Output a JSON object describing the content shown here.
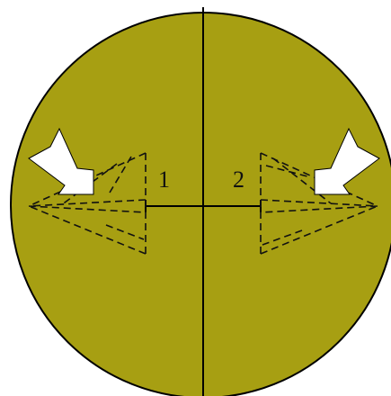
{
  "diagram": {
    "disc_color": "#a79f12",
    "line_color": "#000000",
    "arrow_fill_color": "#ffffff",
    "dash_line_color": "#111111",
    "background_color": "#ffffff",
    "labels": {
      "left_marker": "1",
      "right_marker": "2"
    },
    "icons": {
      "left_arrow": "white-arrow-pointing-down-right",
      "right_arrow": "white-arrow-pointing-down-left"
    }
  }
}
